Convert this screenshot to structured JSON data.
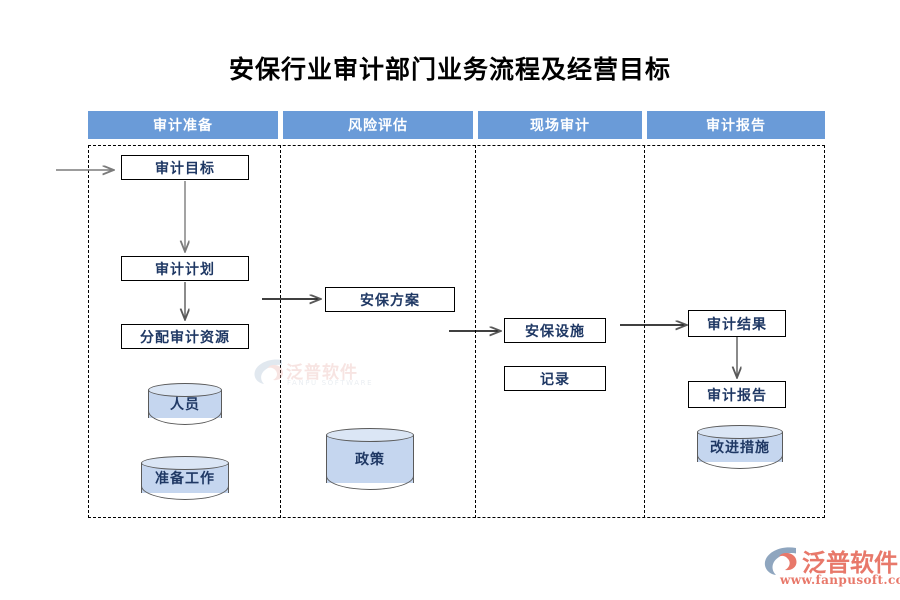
{
  "title": "安保行业审计部门业务流程及经营目标",
  "colors": {
    "lane_header_bg": "#6a9bd8",
    "lane_header_text": "#ffffff",
    "node_text": "#1f3864",
    "node_border": "#000000",
    "cylinder_fill": "#c5d6ef",
    "cylinder_top": "#dbe6f5",
    "cylinder_border": "#5a5a5a",
    "connector": "#595959",
    "brand": "#e8786a",
    "background": "#ffffff"
  },
  "lanes": [
    {
      "id": "lane-audit-preparation",
      "label": "审计准备"
    },
    {
      "id": "lane-risk-assessment",
      "label": "风险评估"
    },
    {
      "id": "lane-field-audit",
      "label": "现场审计"
    },
    {
      "id": "lane-audit-report",
      "label": "审计报告"
    }
  ],
  "nodes": {
    "audit_objective": {
      "label": "审计目标",
      "shape": "process",
      "lane": "审计准备"
    },
    "audit_plan": {
      "label": "审计计划",
      "shape": "process",
      "lane": "审计准备"
    },
    "allocate_resource": {
      "label": "分配审计资源",
      "shape": "process",
      "lane": "审计准备"
    },
    "personnel": {
      "label": "人员",
      "shape": "datastore",
      "lane": "审计准备"
    },
    "preparation_work": {
      "label": "准备工作",
      "shape": "datastore",
      "lane": "审计准备"
    },
    "security_plan": {
      "label": "安保方案",
      "shape": "process",
      "lane": "风险评估"
    },
    "policy": {
      "label": "政策",
      "shape": "datastore",
      "lane": "风险评估"
    },
    "security_facility": {
      "label": "安保设施",
      "shape": "process",
      "lane": "现场审计"
    },
    "records": {
      "label": "记录",
      "shape": "process",
      "lane": "现场审计"
    },
    "audit_result": {
      "label": "审计结果",
      "shape": "process",
      "lane": "审计报告"
    },
    "audit_report": {
      "label": "审计报告",
      "shape": "process",
      "lane": "审计报告"
    },
    "improvement": {
      "label": "改进措施",
      "shape": "datastore",
      "lane": "审计报告"
    }
  },
  "edges": [
    {
      "id": "edge-start-to-objective",
      "from": "start",
      "to": "audit_objective",
      "direction": "right"
    },
    {
      "id": "edge-objective-to-plan",
      "from": "audit_objective",
      "to": "audit_plan",
      "direction": "down"
    },
    {
      "id": "edge-plan-to-allocate",
      "from": "audit_plan",
      "to": "allocate_resource",
      "direction": "down"
    },
    {
      "id": "edge-lane1-to-security-plan",
      "from": "allocate_resource",
      "to": "security_plan",
      "direction": "right"
    },
    {
      "id": "edge-lane2-to-security-facility",
      "from": "security_plan",
      "to": "security_facility",
      "direction": "right"
    },
    {
      "id": "edge-lane3-to-audit-result",
      "from": "security_facility",
      "to": "audit_result",
      "direction": "right"
    },
    {
      "id": "edge-result-to-report",
      "from": "audit_result",
      "to": "audit_report",
      "direction": "down"
    }
  ],
  "watermark": {
    "name": "泛普软件",
    "subtitle": "FANPU SOFTWARE"
  },
  "brand": {
    "name": "泛普软件",
    "url": "www.fanpusoft.com"
  }
}
